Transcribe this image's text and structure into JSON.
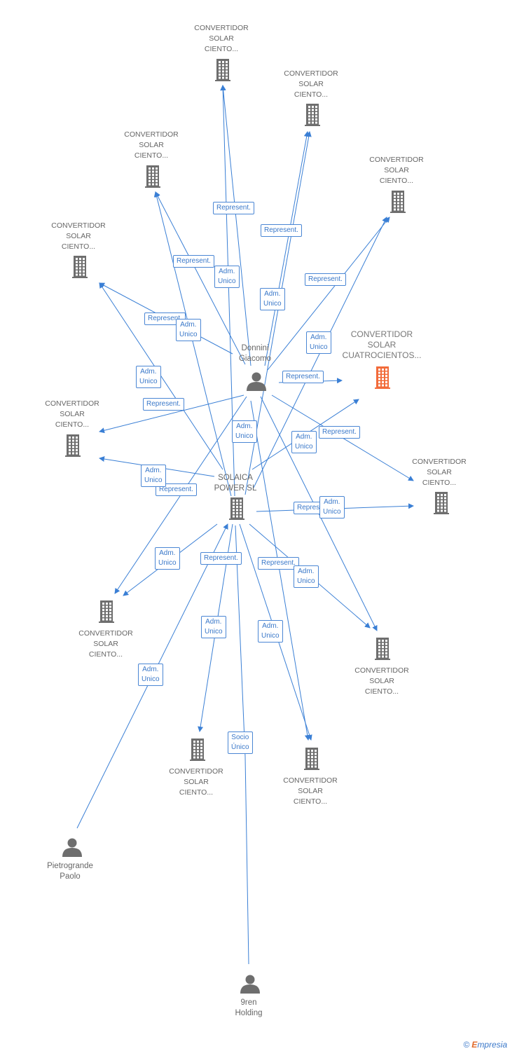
{
  "nodes": {
    "c1": {
      "lines": [
        "CONVERTIDOR",
        "SOLAR",
        "CIENTO..."
      ]
    },
    "c2": {
      "lines": [
        "CONVERTIDOR",
        "SOLAR",
        "CIENTO..."
      ]
    },
    "c3": {
      "lines": [
        "CONVERTIDOR",
        "SOLAR",
        "CIENTO..."
      ]
    },
    "c4": {
      "lines": [
        "CONVERTIDOR",
        "SOLAR",
        "CIENTO..."
      ]
    },
    "c5": {
      "lines": [
        "CONVERTIDOR",
        "SOLAR",
        "CIENTO..."
      ]
    },
    "c6": {
      "lines": [
        "CONVERTIDOR",
        "SOLAR",
        "CUATROCIENTOS..."
      ]
    },
    "c7": {
      "lines": [
        "CONVERTIDOR",
        "SOLAR",
        "CIENTO..."
      ]
    },
    "c8": {
      "lines": [
        "CONVERTIDOR",
        "SOLAR",
        "CIENTO..."
      ]
    },
    "c9": {
      "lines": [
        "CONVERTIDOR",
        "SOLAR",
        "CIENTO..."
      ]
    },
    "c10": {
      "lines": [
        "CONVERTIDOR",
        "SOLAR",
        "CIENTO..."
      ]
    },
    "c11": {
      "lines": [
        "CONVERTIDOR",
        "SOLAR",
        "CIENTO..."
      ]
    },
    "c12": {
      "lines": [
        "CONVERTIDOR",
        "SOLAR",
        "CIENTO..."
      ]
    },
    "solaica": {
      "lines": [
        "SOLAICA",
        "POWER  SL"
      ]
    },
    "donnini": {
      "lines": [
        "Donnini",
        "Giacomo"
      ]
    },
    "pietro": {
      "lines": [
        "Pietrogrande",
        "Paolo"
      ]
    },
    "nren": {
      "lines": [
        "9ren",
        "Holding"
      ]
    }
  },
  "edge_labels": {
    "represent": "Represent.",
    "adm": [
      "Adm.",
      "Unico"
    ],
    "socio": [
      "Socio",
      "Único"
    ]
  },
  "colors": {
    "edge": "#3a7fd5",
    "building": "#6e6e6e",
    "focus_building": "#f26b3a",
    "person": "#6e6e6e"
  },
  "footer": {
    "copyright": "©",
    "brand_initial": "E",
    "brand_rest": "mpresia"
  }
}
